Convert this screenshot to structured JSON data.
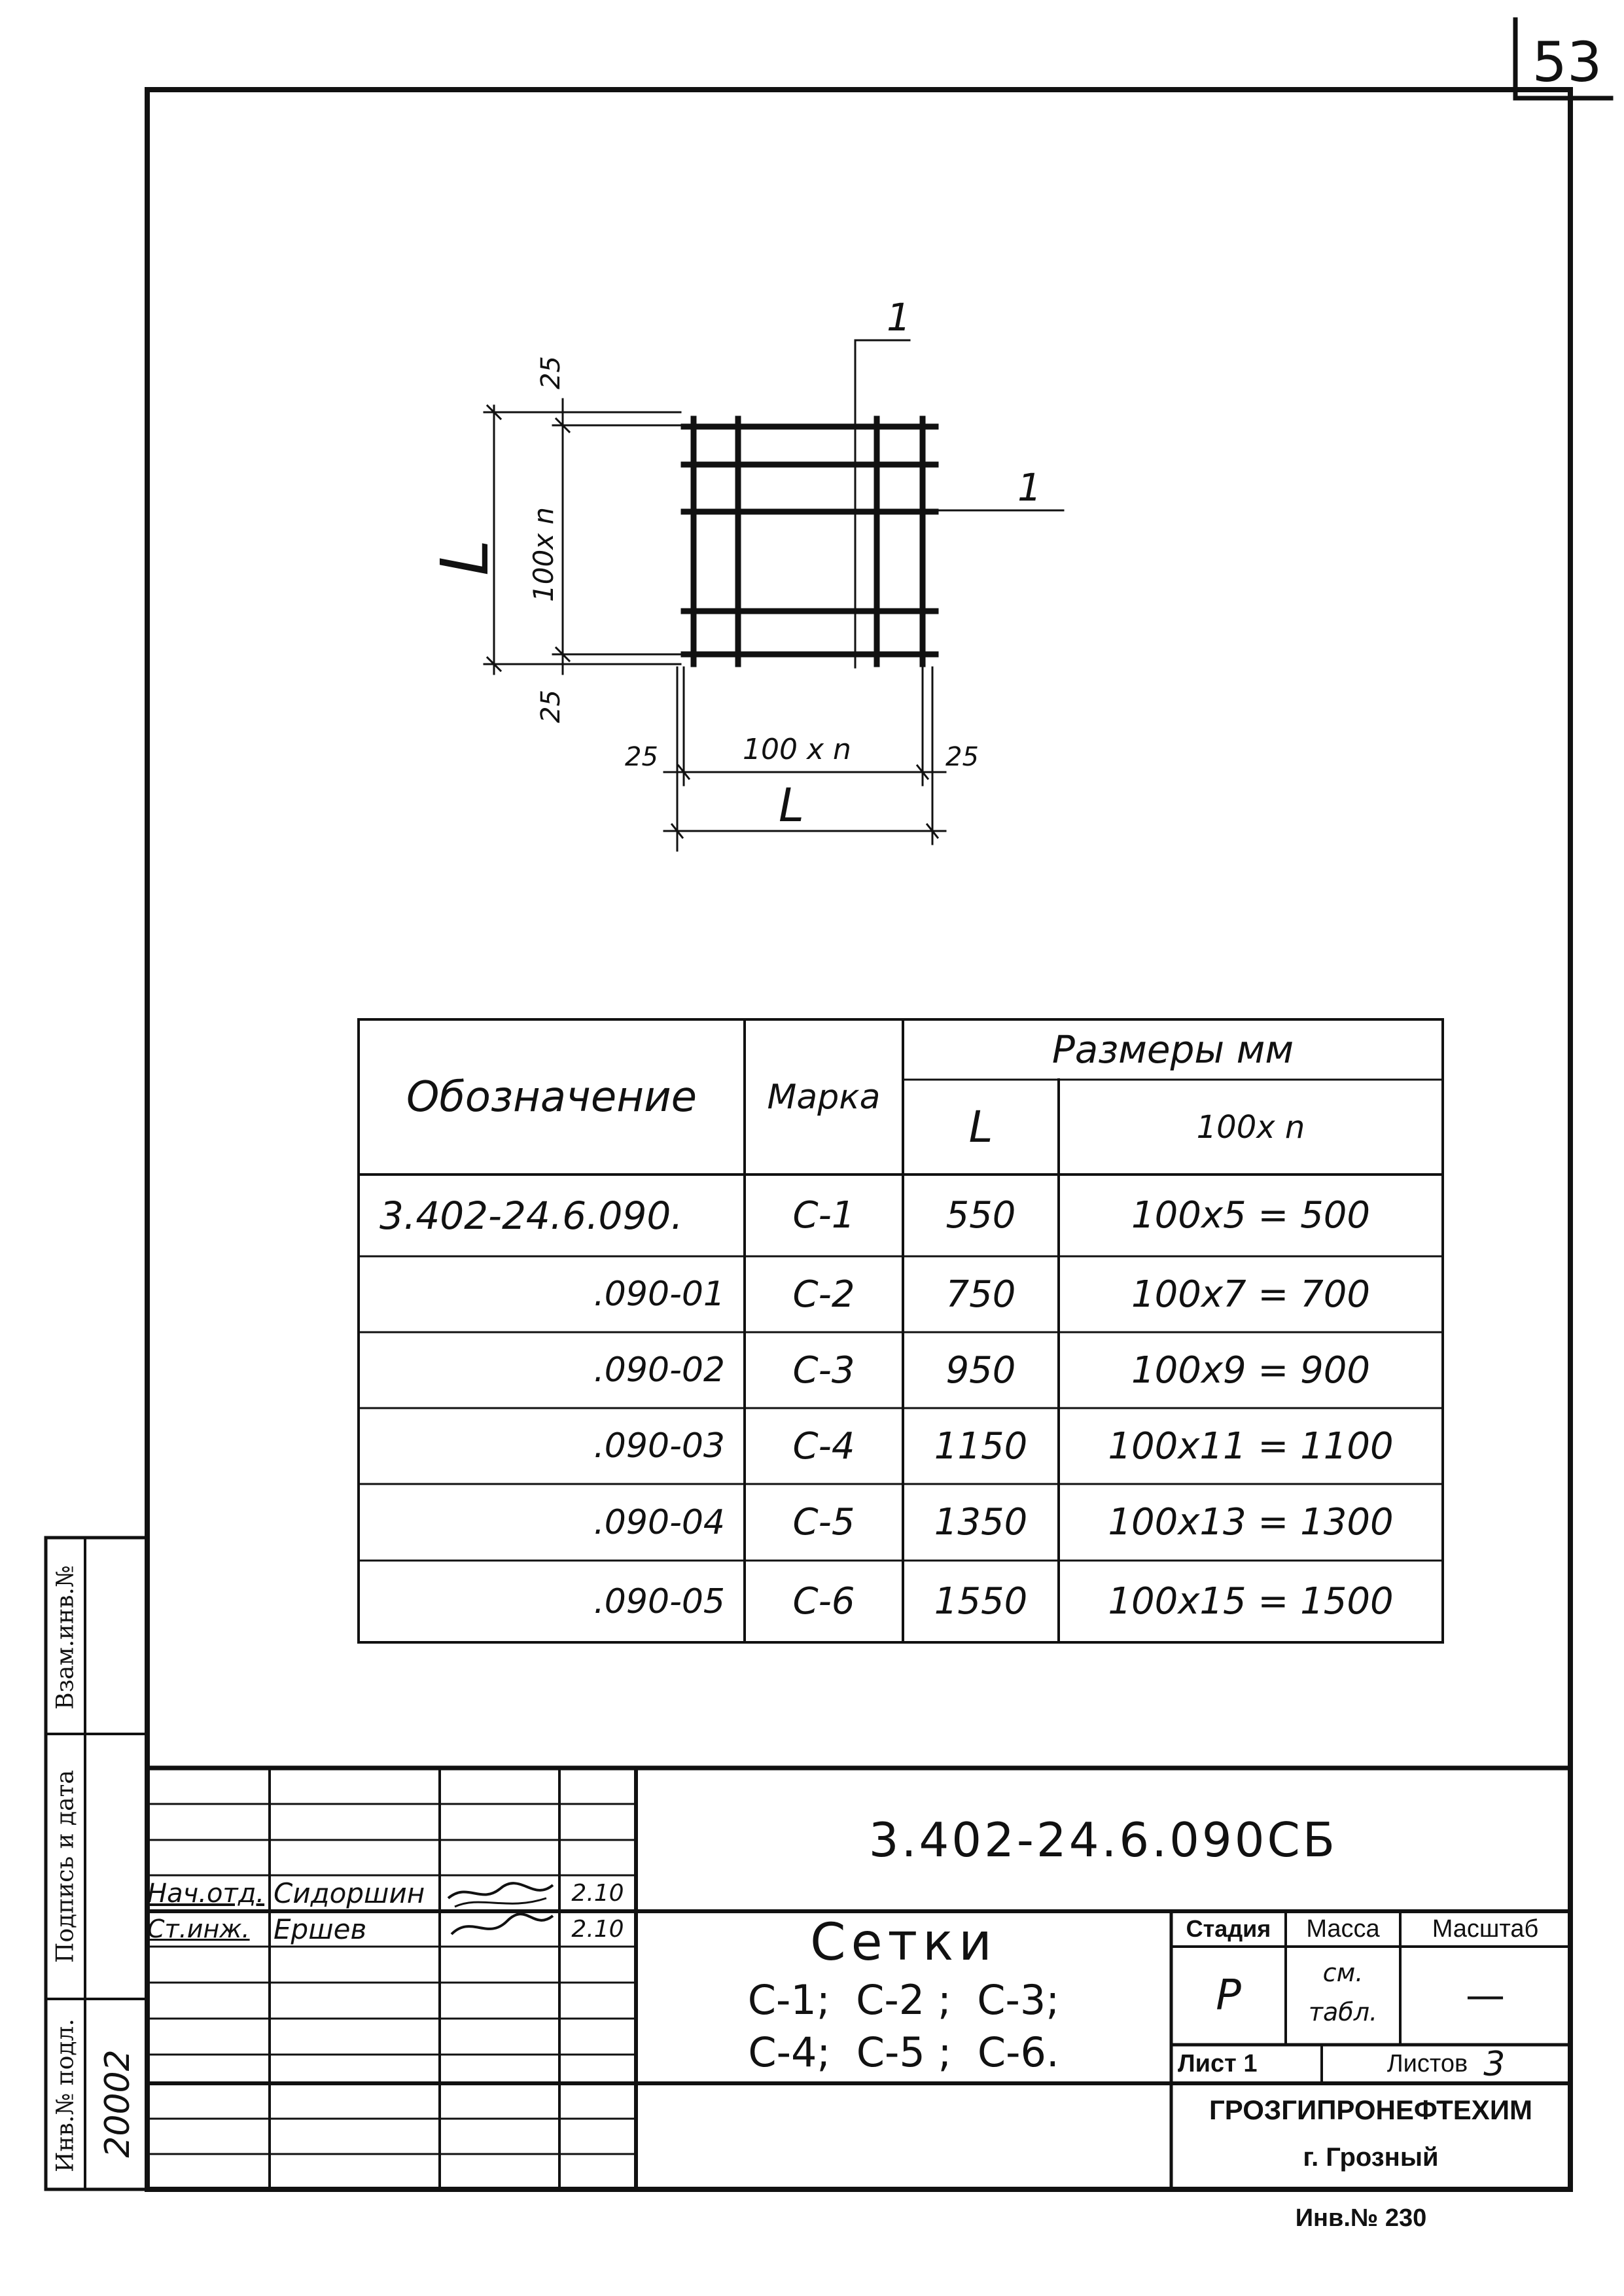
{
  "page_number": "53",
  "drawing": {
    "section_label_top": "1",
    "section_label_right": "1",
    "dim_top_offset": "25",
    "dim_bottom_offset": "25",
    "dim_inner_vertical": "100x n",
    "dim_total_vertical": "L",
    "dim_left_offset": "25",
    "dim_right_offset": "25",
    "dim_inner_horizontal": "100 x n",
    "dim_total_horizontal": "L"
  },
  "table": {
    "header_designation": "Обозначение",
    "header_mark": "Марка",
    "header_sizes": "Размеры мм",
    "header_L": "L",
    "header_100n": "100x n",
    "rows": [
      {
        "designation": "3.402-24.6.090.",
        "mark": "С-1",
        "L": "550",
        "calc": "100x5 = 500"
      },
      {
        "designation": ".090-01",
        "mark": "С-2",
        "L": "750",
        "calc": "100x7 = 700"
      },
      {
        "designation": ".090-02",
        "mark": "С-3",
        "L": "950",
        "calc": "100x9 = 900"
      },
      {
        "designation": ".090-03",
        "mark": "С-4",
        "L": "1150",
        "calc": "100x11 = 1100"
      },
      {
        "designation": ".090-04",
        "mark": "С-5",
        "L": "1350",
        "calc": "100x13 = 1300"
      },
      {
        "designation": ".090-05",
        "mark": "С-6",
        "L": "1550",
        "calc": "100x15 = 1500"
      }
    ]
  },
  "side_stamp": {
    "vzam": "Взам.инв.№",
    "podpis": "Подпись и дата",
    "inv_podl": "Инв.№ подл.",
    "inv_value": "20002"
  },
  "title_block": {
    "doc_code": "3.402-24.6.090СБ",
    "row1_role": "Нач.отд.",
    "row1_name": "Сидоршин",
    "row1_date": "2.10",
    "row2_role": "Ст.инж.",
    "row2_name": "Ершев",
    "row2_date": "2.10",
    "title_line1": "Сетки",
    "title_line2": "С-1;  С-2 ;  С-3;",
    "title_line3": "С-4;  С-5 ;  С-6.",
    "stage_label": "Стадия",
    "mass_label": "Масса",
    "scale_label": "Масштаб",
    "stage_value": "Р",
    "mass_value_1": "см.",
    "mass_value_2": "табл.",
    "scale_value": "—",
    "sheet_label": "Лист 1",
    "sheets_label": "Листов",
    "sheets_value": "3",
    "org_name": "ГРОЗГИПРОНЕФТЕХИМ",
    "org_city": "г. Грозный"
  },
  "footer_inv": "Инв.№ 230"
}
